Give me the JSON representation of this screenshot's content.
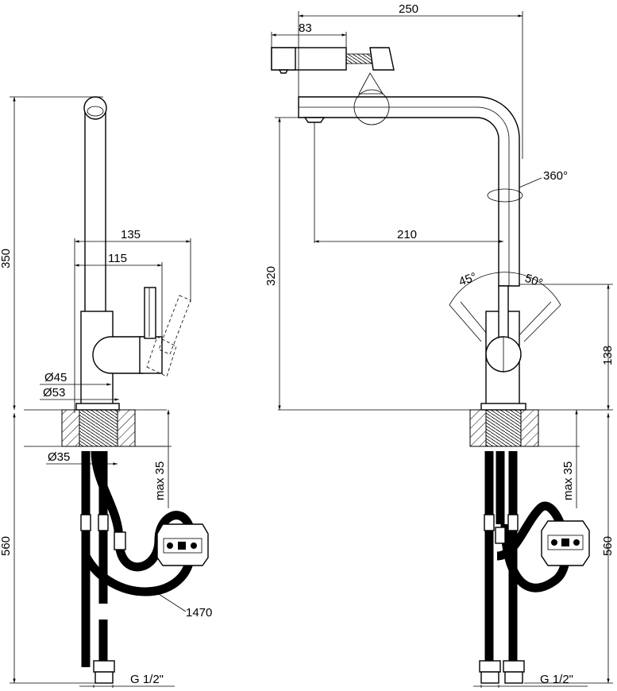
{
  "side_view": {
    "height_350": "350",
    "reach_135": "135",
    "reach_115": "115",
    "dia_45": "Ø45",
    "dia_53": "Ø53",
    "dia_35": "Ø35",
    "max_35": "max 35",
    "hose_560": "560",
    "hose_1470": "1470",
    "thread": "G 1/2\""
  },
  "front_view": {
    "width_250": "250",
    "head_83": "83",
    "reach_210": "210",
    "height_320": "320",
    "rotation_360": "360°",
    "angle_45": "45°",
    "angle_50": "50°",
    "height_138": "138",
    "max_35": "max 35",
    "hose_560": "560",
    "thread": "G 1/2\""
  }
}
